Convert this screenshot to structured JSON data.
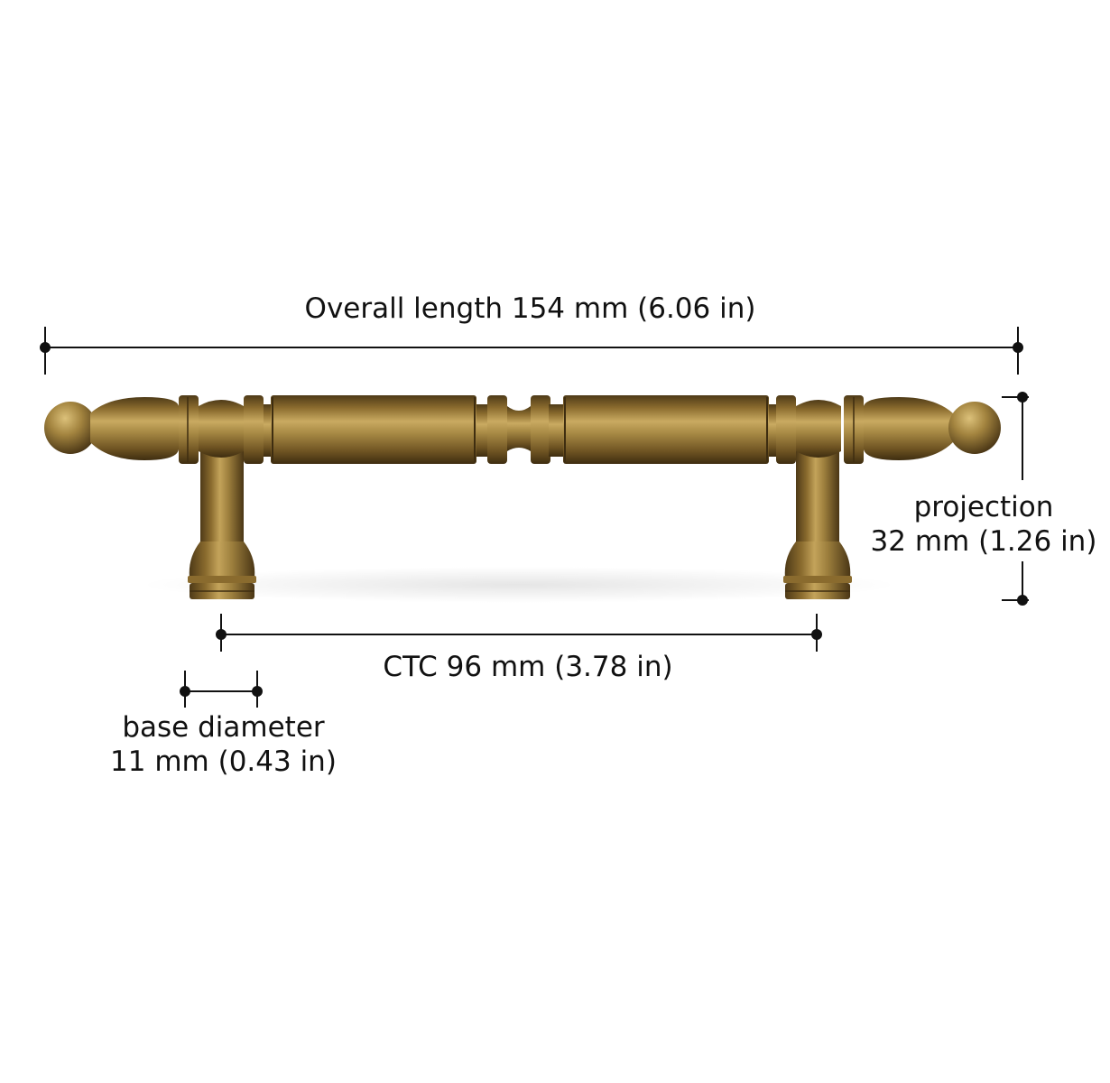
{
  "dimensions": {
    "overall_length": "Overall length 154 mm (6.06 in)",
    "projection": {
      "line1": "projection",
      "line2": "32 mm (1.26 in)"
    },
    "ctc": "CTC 96 mm (3.78 in)",
    "base_diameter": {
      "line1": "base diameter",
      "line2": "11 mm (0.43 in)"
    }
  },
  "colors": {
    "brass_light": "#c5a45a",
    "brass_mid": "#8a6b2e",
    "brass_dark": "#4a3615",
    "dimension_line": "#111111",
    "background": "#ffffff"
  }
}
